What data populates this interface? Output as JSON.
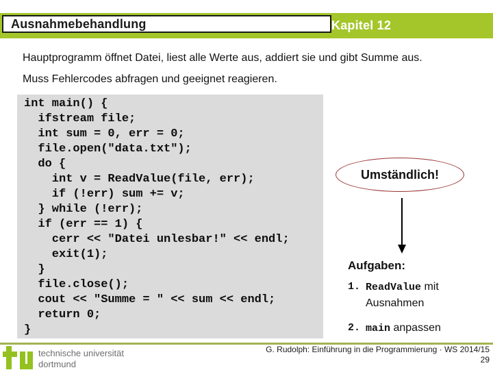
{
  "header": {
    "title": "Ausnahmebehandlung",
    "chapter": "Kapitel 12"
  },
  "intro": {
    "line1": "Hauptprogramm öffnet Datei, liest alle Werte aus, addiert sie und gibt Summe aus.",
    "line2": "Muss Fehlercodes abfragen und geeignet reagieren."
  },
  "code": {
    "lines": [
      "int main() {",
      "  ifstream file;",
      "  int sum = 0, err = 0;",
      "  file.open(\"data.txt\");",
      "  do {",
      "    int v = ReadValue(file, err);",
      "    if (!err) sum += v;",
      "  } while (!err);",
      "  if (err == 1) {",
      "    cerr << \"Datei unlesbar!\" << endl;",
      "    exit(1);",
      "  }",
      "  file.close();",
      "  cout << \"Summe = \" << sum << endl;",
      "  return 0;",
      "}"
    ]
  },
  "callout": {
    "label": "Umständlich!"
  },
  "tasks": {
    "heading": "Aufgaben:",
    "items": [
      {
        "num": "1.",
        "code": "ReadValue",
        "text": "mit Ausnahmen"
      },
      {
        "num": "2.",
        "code": "main",
        "text": "anpassen"
      }
    ]
  },
  "footer": {
    "logo": "tu-dortmund-logo",
    "uni_line1": "technische universität",
    "uni_line2": "dortmund",
    "credit": "G. Rudolph: Einführung in die Programmierung · WS 2014/15",
    "page": "29"
  },
  "colors": {
    "band_green": "#a4c62a",
    "logo_green": "#94c11f",
    "separator_olive": "#a3b252",
    "code_bg": "#dbdbdb",
    "ellipse_red": "#993333"
  }
}
